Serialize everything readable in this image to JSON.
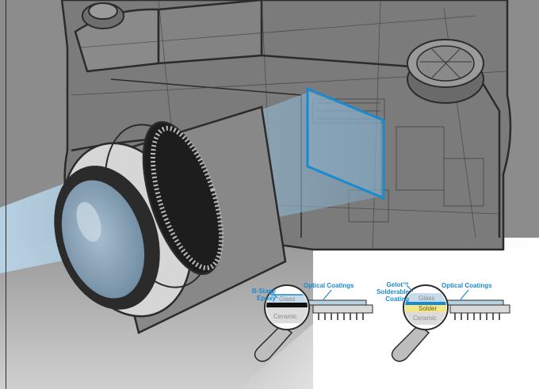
{
  "colors": {
    "background_gray": "#8c8c8c",
    "accent_blue": "#1a8ad0",
    "line_dark": "#2b2b2b",
    "solder_yellow": "#f3e58c"
  },
  "callouts": [
    {
      "id": "left",
      "labels": {
        "adhesive": "B-Stage\nEpoxy",
        "coating": "Optical Coatings"
      },
      "layers": {
        "top": "Glass",
        "bottom": "Ceramic"
      }
    },
    {
      "id": "right",
      "labels": {
        "adhesive": "Gelot™\nSolderable\nCoating",
        "coating": "Optical Coatings"
      },
      "layers": {
        "top": "Glass",
        "middle": "Solder",
        "bottom": "Ceramic"
      }
    }
  ]
}
